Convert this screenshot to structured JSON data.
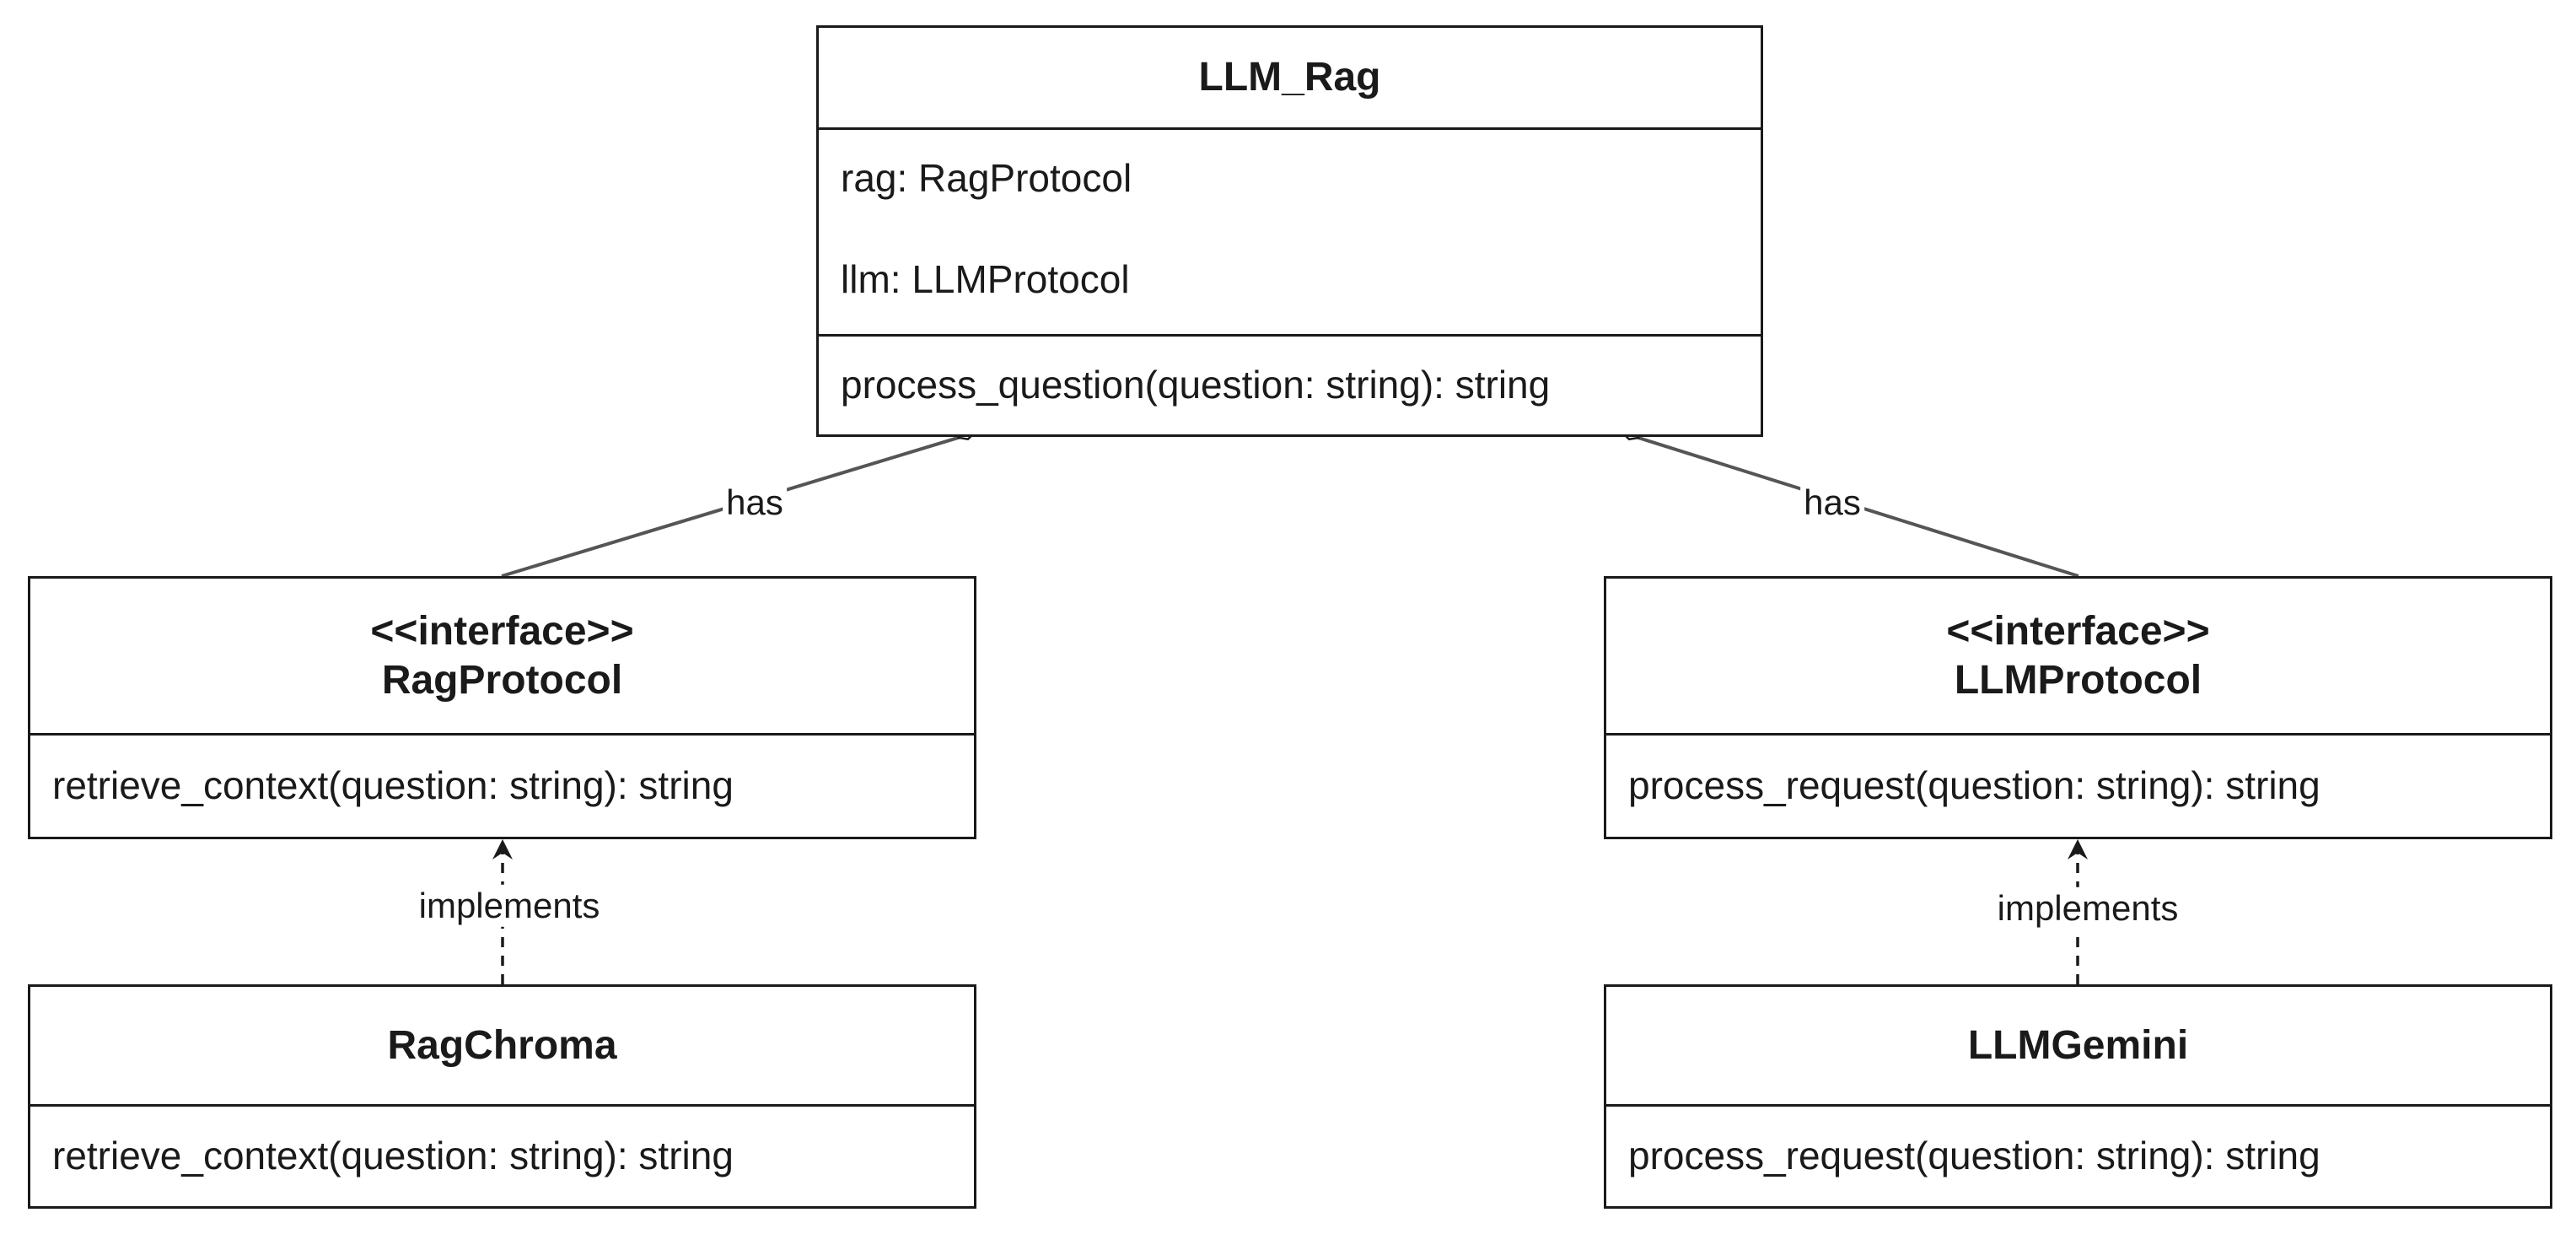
{
  "classes": {
    "llm_rag": {
      "name": "LLM_Rag",
      "attributes": [
        "rag: RagProtocol",
        "llm: LLMProtocol"
      ],
      "methods": [
        "process_question(question: string): string"
      ]
    },
    "rag_protocol": {
      "stereotype": "<<interface>>",
      "name": "RagProtocol",
      "methods": [
        "retrieve_context(question: string): string"
      ]
    },
    "llm_protocol": {
      "stereotype": "<<interface>>",
      "name": "LLMProtocol",
      "methods": [
        "process_request(question: string): string"
      ]
    },
    "rag_chroma": {
      "name": "RagChroma",
      "methods": [
        "retrieve_context(question: string): string"
      ]
    },
    "llm_gemini": {
      "name": "LLMGemini",
      "methods": [
        "process_request(question: string): string"
      ]
    }
  },
  "relations": {
    "rag_has": "has",
    "llm_has": "has",
    "chroma_implements": "implements",
    "gemini_implements": "implements"
  }
}
